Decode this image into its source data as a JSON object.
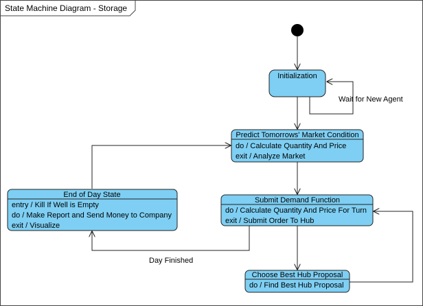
{
  "frame": {
    "title": "State Machine Diagram - Storage"
  },
  "states": {
    "initialization": {
      "name": "Initialization"
    },
    "predict": {
      "name": "Predict Tomorrows' Market Condition",
      "activities": [
        "do / Calculate Quantity And Price",
        "exit / Analyze Market"
      ]
    },
    "submit": {
      "name": "Submit Demand Function",
      "activities": [
        "do / Calculate Quantity And Price For Turn",
        "exit / Submit Order To Hub"
      ]
    },
    "end_of_day": {
      "name": "End of Day State",
      "activities": [
        "entry / Kill If Well is Empty",
        "do / Make Report and Send Money to Company",
        "exit / Visualize"
      ]
    },
    "choose": {
      "name": "Choose Best Hub Proposal",
      "activities": [
        "do / Find Best Hub Proposal"
      ]
    }
  },
  "transitions": {
    "wait_label": "Wait for New Agent",
    "day_finished_label": "Day Finished"
  },
  "colors": {
    "state_fill": "#7ecff3",
    "state_stroke": "#222222",
    "line": "#222222"
  }
}
